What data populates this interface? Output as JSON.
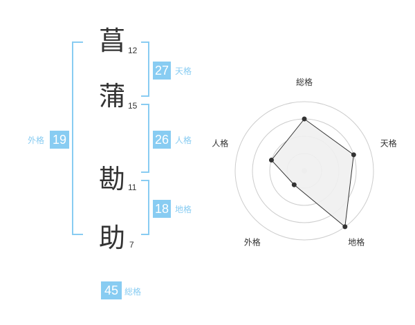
{
  "name": {
    "characters": [
      {
        "char": "菖",
        "strokes": "12"
      },
      {
        "char": "蒲",
        "strokes": "15"
      },
      {
        "char": "勘",
        "strokes": "11"
      },
      {
        "char": "助",
        "strokes": "7"
      }
    ]
  },
  "fortune": {
    "tenkaku": {
      "value": "27",
      "label": "天格"
    },
    "jinkaku": {
      "value": "26",
      "label": "人格"
    },
    "chikaku": {
      "value": "18",
      "label": "地格"
    },
    "gaikaku": {
      "value": "19",
      "label": "外格"
    },
    "soukaku": {
      "value": "45",
      "label": "総格"
    }
  },
  "colors": {
    "accent": "#88ccf2",
    "text": "#333333",
    "radar_fill": "#f0f0f0",
    "radar_ring": "#cccccc"
  },
  "chart_data": {
    "type": "radar",
    "axes": [
      "総格",
      "天格",
      "地格",
      "外格",
      "人格"
    ],
    "max": 4,
    "rings": 4,
    "series": [
      {
        "values": [
          3,
          3,
          4,
          1,
          2
        ]
      }
    ]
  }
}
